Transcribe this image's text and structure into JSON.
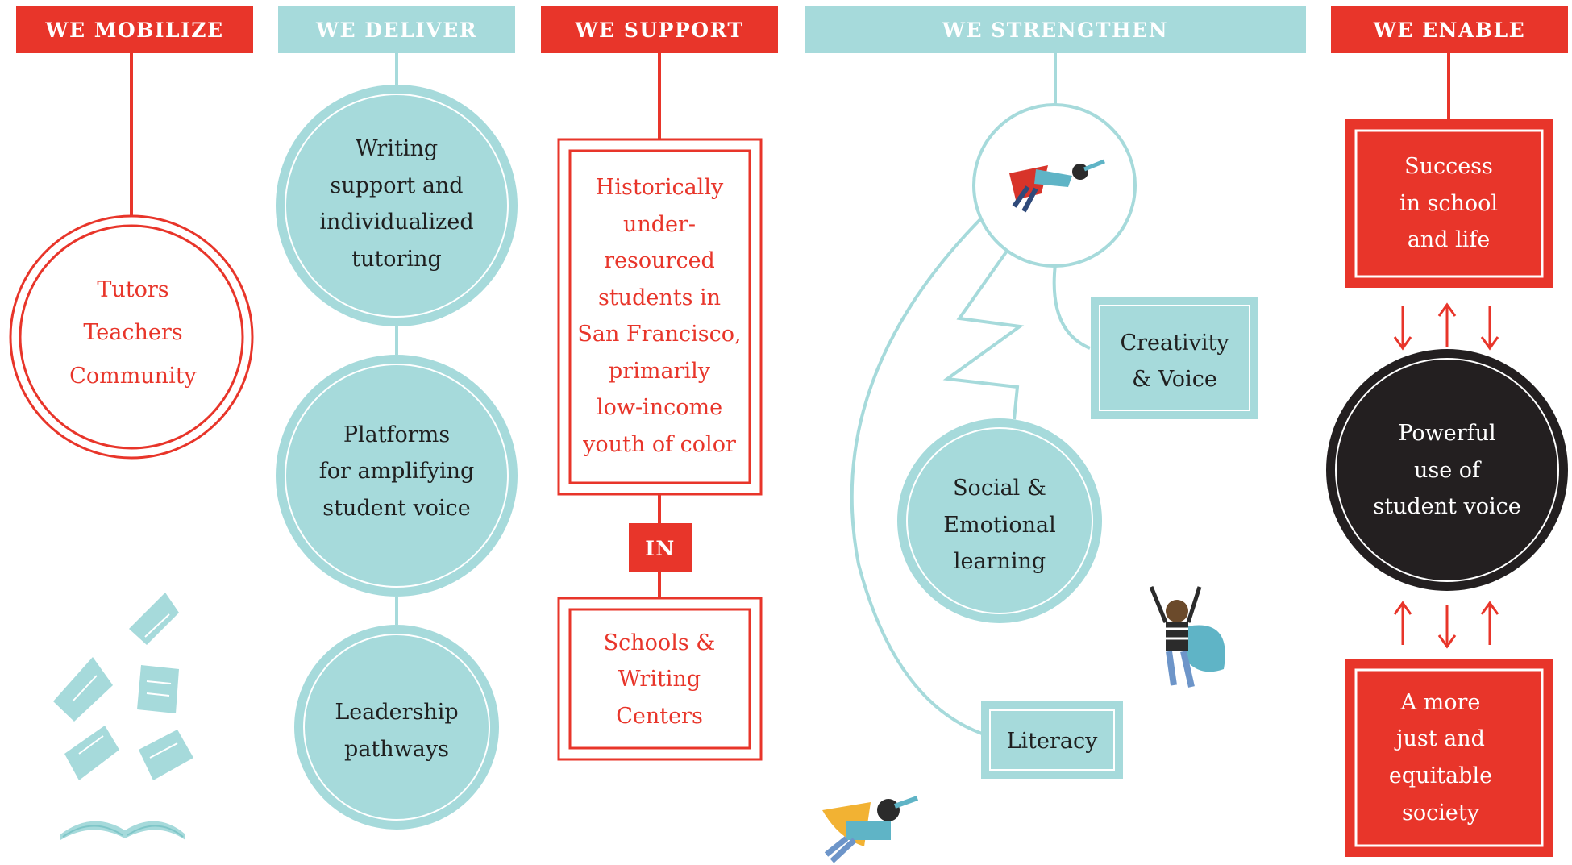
{
  "colors": {
    "red": "#e8352a",
    "teal": "#a6dadb",
    "teal_line": "#a6dadb",
    "dark": "#231f20",
    "white": "#ffffff"
  },
  "headers": {
    "mobilize": "WE MOBILIZE",
    "deliver": "WE DELIVER",
    "support": "WE SUPPORT",
    "strengthen": "WE STRENGTHEN",
    "enable": "WE ENABLE"
  },
  "mobilize": {
    "lines": [
      "Tutors",
      "Teachers",
      "Community"
    ]
  },
  "deliver": {
    "writing": [
      "Writing",
      "support and",
      "individualized",
      "tutoring"
    ],
    "platforms": [
      "Platforms",
      "for amplifying",
      "student voice"
    ],
    "leadership": [
      "Leadership",
      "pathways"
    ]
  },
  "support": {
    "students": [
      "Historically",
      "under-",
      "resourced",
      "students in",
      "San Francisco,",
      "primarily",
      "low-income",
      "youth of color"
    ],
    "in_label": "IN",
    "schools": [
      "Schools &",
      "Writing",
      "Centers"
    ]
  },
  "strengthen": {
    "creativity": [
      "Creativity",
      "& Voice"
    ],
    "social": [
      "Social &",
      "Emotional",
      "learning"
    ],
    "literacy": [
      "Literacy"
    ]
  },
  "enable": {
    "success": [
      "Success",
      "in school",
      "and life"
    ],
    "voice": [
      "Powerful",
      "use of",
      "student voice"
    ],
    "society": [
      "A more",
      "just and",
      "equitable",
      "society"
    ]
  },
  "icons": [
    "flying-papers-icon",
    "open-book-icon",
    "flying-hero-icon"
  ]
}
